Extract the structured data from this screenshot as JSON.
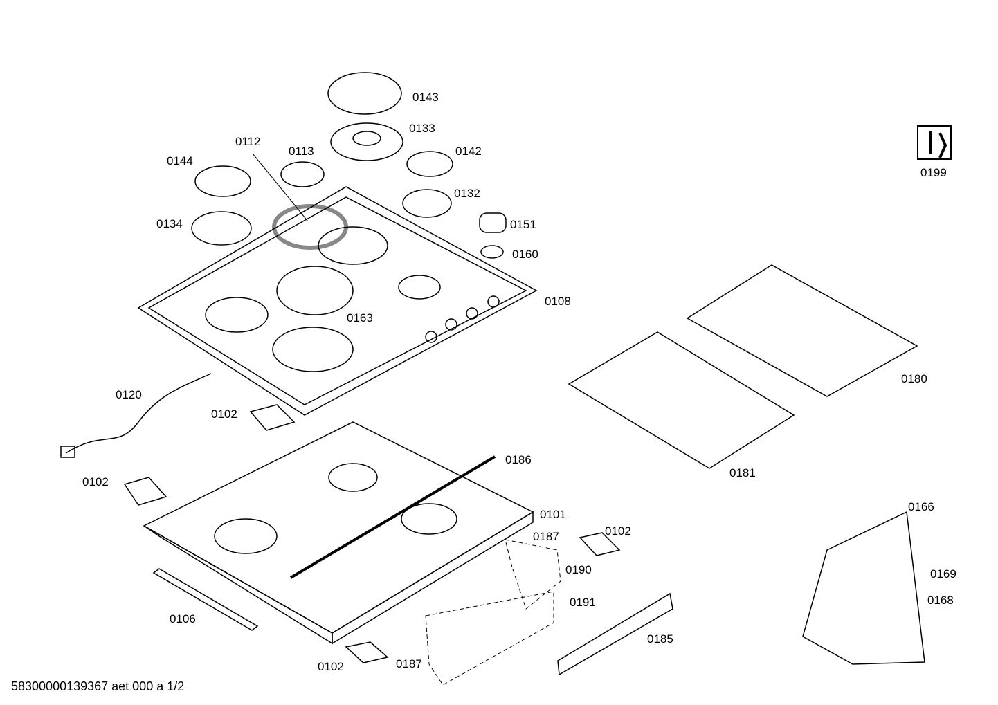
{
  "parts": {
    "p0143": "0143",
    "p0133": "0133",
    "p0112": "0112",
    "p0113": "0113",
    "p0142": "0142",
    "p0144": "0144",
    "p0132": "0132",
    "p0134": "0134",
    "p0151": "0151",
    "p0160": "0160",
    "p0108": "0108",
    "p0163": "0163",
    "p0199": "0199",
    "p0120": "0120",
    "p0102": "0102",
    "p0186": "0186",
    "p0180": "0180",
    "p0181": "0181",
    "p0101": "0101",
    "p0187": "0187",
    "p0190": "0190",
    "p0191": "0191",
    "p0106": "0106",
    "p0185": "0185",
    "p0166": "0166",
    "p0169": "0169",
    "p0168": "0168"
  },
  "footer": "58300000139367 aet 000 a 1/2",
  "icons": {
    "service": "wrench-manual-icon"
  }
}
